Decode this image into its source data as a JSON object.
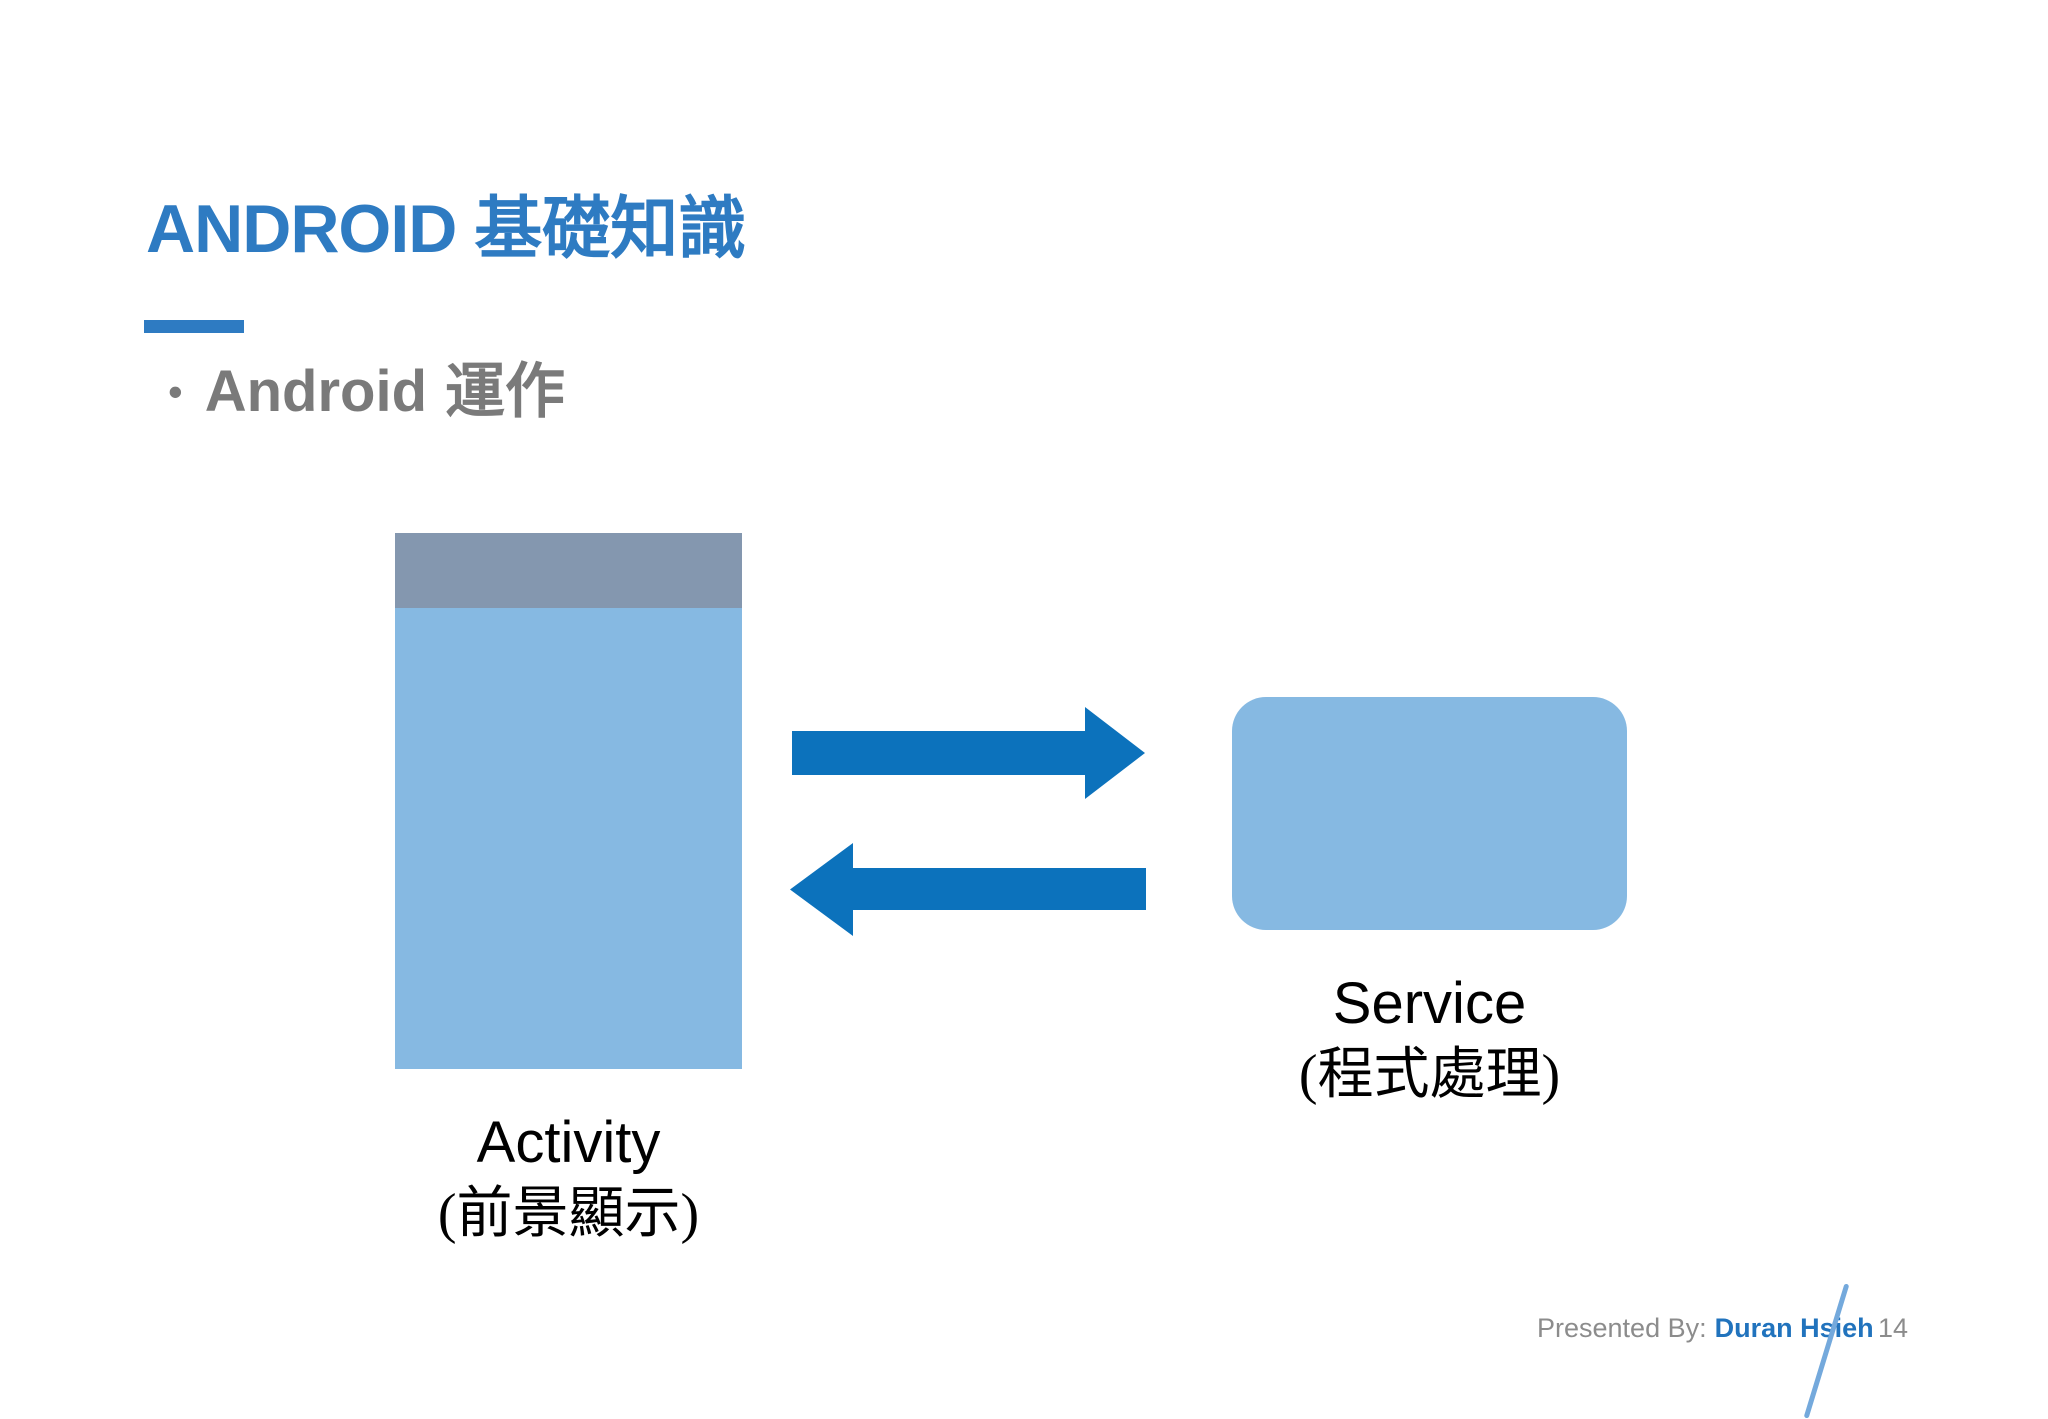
{
  "header": {
    "title_latin": "ANDROID",
    "title_cjk": "基礎知識"
  },
  "bullet": {
    "marker": "•",
    "text_latin": "Android",
    "text_cjk": "運作"
  },
  "diagram": {
    "activity": {
      "label": "Activity",
      "sublabel": "(前景顯示)"
    },
    "service": {
      "label": "Service",
      "sublabel": "(程式處理)"
    }
  },
  "footer": {
    "presented_by": "Presented By:",
    "presenter": "Duran Hsieh",
    "page_number": "14"
  },
  "colors": {
    "title_blue": "#2E7BC2",
    "accent_dash": "#2E7BC2",
    "bullet_gray": "#7A7A7A",
    "activity_bar": "#8497AF",
    "activity_body": "#86B9E2",
    "service_fill": "#86B9E2",
    "arrow_blue": "#0C72BC",
    "presenter_blue": "#2173BD",
    "footer_gray": "#8C8C8C",
    "slash_light_blue": "#74A9DC"
  }
}
